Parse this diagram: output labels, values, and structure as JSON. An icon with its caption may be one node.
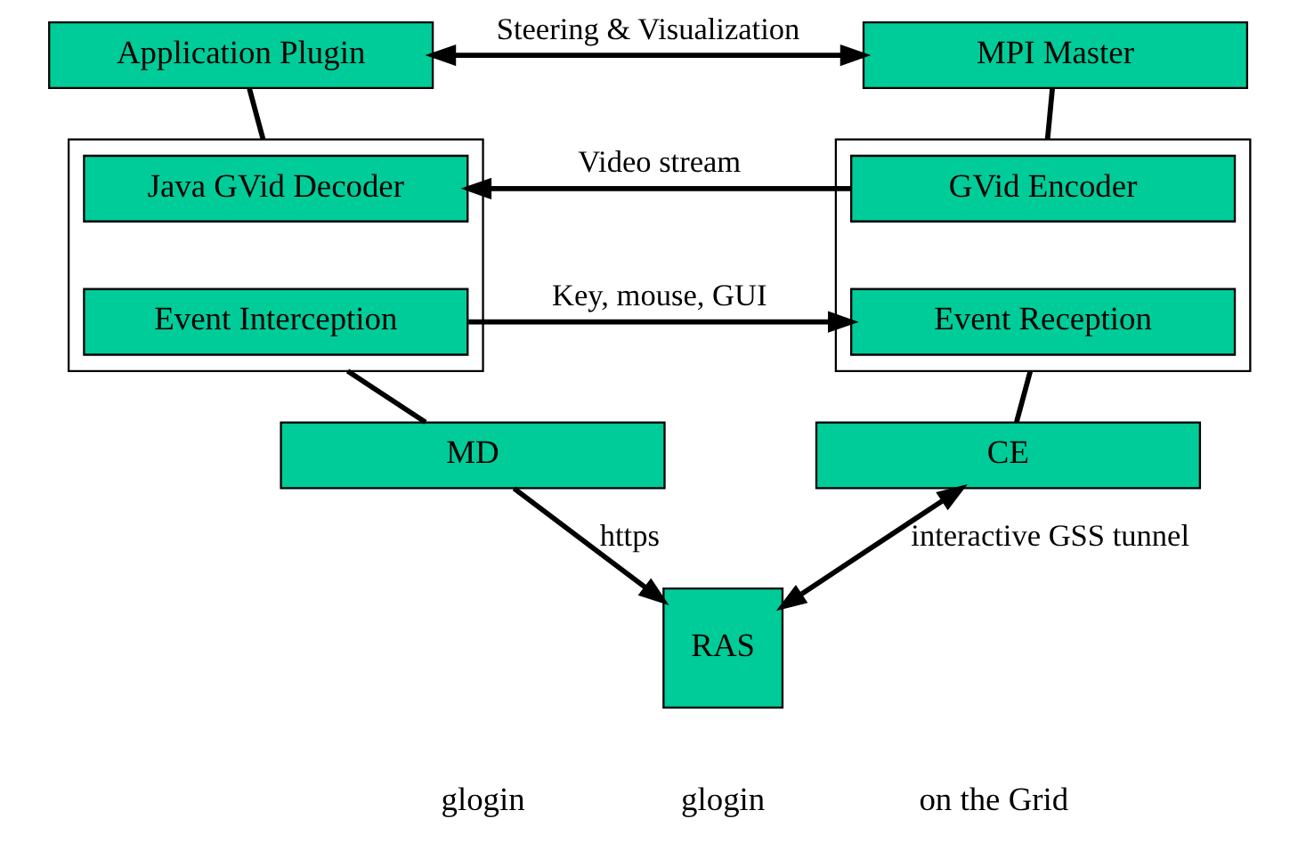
{
  "diagram": {
    "nodes": [
      {
        "text": [
          "Application Plugin"
        ]
      },
      {
        "text": [
          "MPI Master"
        ]
      },
      {
        "text": [],
        "shape": "box"
      },
      {
        "text": [
          "Java GVid Decoder"
        ],
        "in": 2
      },
      {
        "text": [
          "Event Interception"
        ],
        "in": 2
      },
      {
        "text": [],
        "shape": "box"
      },
      {
        "text": [
          "GVid Encoder"
        ],
        "in": 5
      },
      {
        "text": [
          "Event Reception"
        ],
        "in": 5
      },
      {
        "text": [
          "MD"
        ]
      },
      {
        "text": [
          "CE"
        ]
      },
      {
        "text": [
          "RAS"
        ]
      }
    ],
    "edges": [
      {
        "from": 0,
        "to": 1,
        "arrow": "both",
        "label": "Steering & Visualization"
      },
      {
        "from": 0,
        "to": 2,
        "arrow": "none"
      },
      {
        "from": 1,
        "to": 5,
        "arrow": "none"
      },
      {
        "from": 6,
        "to": 3,
        "arrow": "to",
        "label": "Video stream"
      },
      {
        "from": 4,
        "to": 7,
        "arrow": "to",
        "label": "Key, mouse, GUI"
      },
      {
        "from": 2,
        "to": 8,
        "arrow": "none"
      },
      {
        "from": 5,
        "to": 9,
        "arrow": "none"
      },
      {
        "from": 8,
        "to": 10,
        "arrow": "to",
        "label": "https"
      },
      {
        "from": 9,
        "to": 10,
        "arrow": "both",
        "label": "interactive GSS tunnel"
      }
    ],
    "labels": [
      "glogin",
      "glogin",
      "on the Grid"
    ]
  }
}
